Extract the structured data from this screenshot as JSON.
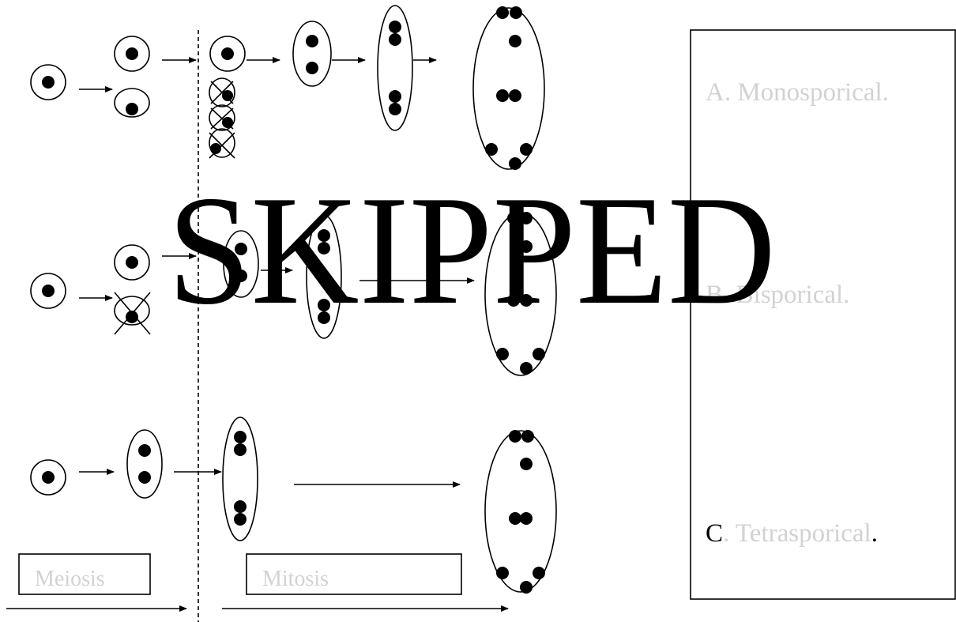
{
  "labels": {
    "a": "A. Monosporical.",
    "b": "B. Bisporical.",
    "c_letter": "C",
    "c_rest": ". Tetrasporical",
    "c_period": "."
  },
  "phases": {
    "meiosis": "Meiosis",
    "mitosis": "Mitosis"
  },
  "overlay": "SKIPPED"
}
